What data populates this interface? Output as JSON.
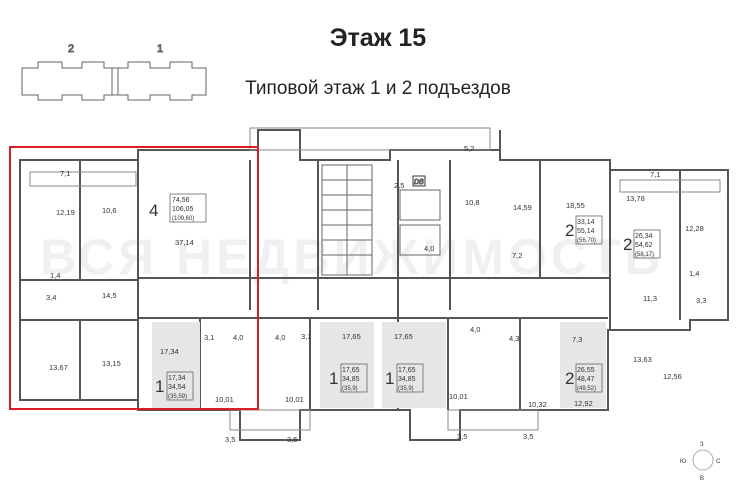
{
  "header": {
    "title": "Этаж 15",
    "subtitle": "Типовой этаж 1 и 2 подъездов"
  },
  "key_plan": {
    "label_left": "2",
    "label_right": "1"
  },
  "watermark": "ВСЯ НЕДВИЖИМОСТЬ",
  "compass": {
    "north": "З",
    "south": "В",
    "east": "С",
    "west": "Ю"
  },
  "colors": {
    "highlight": "#d81f26",
    "wall": "#555555",
    "room_fill": "#e6e6e6"
  },
  "apartments": {
    "apt4": {
      "rooms": "4",
      "living": "74,56",
      "total": "106,05",
      "with_balcony": "(109,60)"
    },
    "apt1a": {
      "rooms": "1",
      "living": "17,34",
      "total": "34,54",
      "with_balcony": "(35,59)"
    },
    "apt1b": {
      "rooms": "1",
      "living": "17,65",
      "total": "34,85",
      "with_balcony": "(35,9)"
    },
    "apt1c": {
      "rooms": "1",
      "living": "17,65",
      "total": "34,85",
      "with_balcony": "(35,9)"
    },
    "apt2a": {
      "rooms": "2",
      "living": "33,14",
      "total": "55,14",
      "with_balcony": "(56,70)"
    },
    "apt2b": {
      "rooms": "2",
      "living": "26,34",
      "total": "54,62",
      "with_balcony": "(58,17)"
    },
    "apt2c": {
      "rooms": "2",
      "living": "26,55",
      "total": "48,47",
      "with_balcony": "(49,52)"
    }
  },
  "room_areas": {
    "a1": "7,1",
    "a2": "12,19",
    "a3": "10,6",
    "a4": "37,14",
    "a5": "1,4",
    "a6": "3,4",
    "a7": "14,5",
    "a8": "13,67",
    "a9": "13,15",
    "a10": "17,34",
    "a11": "3,1",
    "a12": "4,0",
    "a13": "4,0",
    "a14": "3,1",
    "a15": "10,01",
    "a16": "10,01",
    "a17": "3,5",
    "a18": "3,5",
    "a19": "17,65",
    "a20": "17,65",
    "a21": "4,0",
    "a22": "4,3",
    "a23": "10,01",
    "a24": "10,32",
    "a25": "3,5",
    "a26": "3,5",
    "a27": "5,2",
    "a28": "2,5",
    "a29": "10,8",
    "a30": "4,0",
    "a31": "7,2",
    "a32": "14,59",
    "a33": "18,55",
    "a34": "13,78",
    "a35": "7,1",
    "a36": "12,28",
    "a37": "1,4",
    "a38": "3,3",
    "a39": "11,3",
    "a40": "7,3",
    "a41": "13,63",
    "a42": "12,56",
    "a43": "12,92"
  },
  "elevator_label": "DB"
}
